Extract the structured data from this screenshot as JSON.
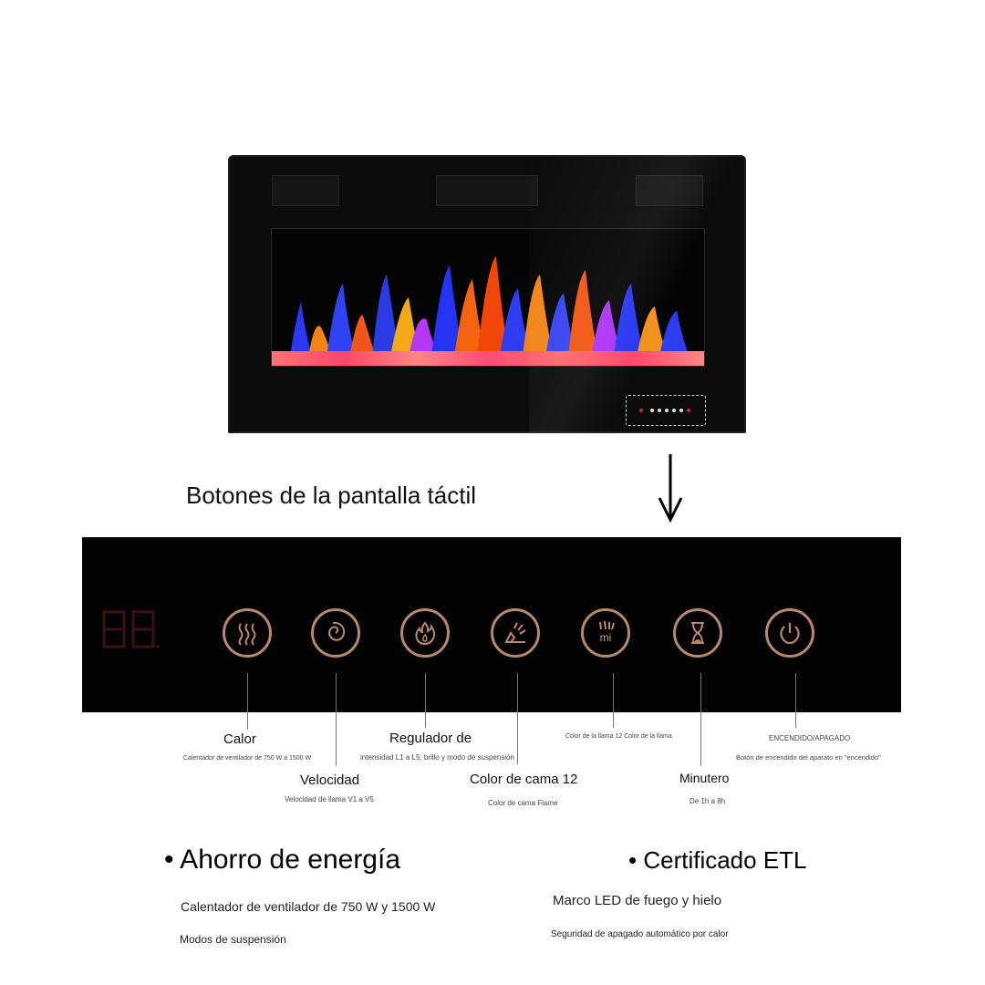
{
  "title": "Botones de la pantalla táctil",
  "display_value": "88",
  "buttons": [
    {
      "name": "heat",
      "icon": "heat-waves-icon",
      "label": "Calor",
      "desc": "Calentador de ventilador de 750 W a 1500 W"
    },
    {
      "name": "speed",
      "icon": "spiral-icon",
      "label": "Velocidad",
      "desc": "Velocidad de llama V1 a V5"
    },
    {
      "name": "dimmer",
      "icon": "flame-icon",
      "label": "Regulador de",
      "desc": "intensidad L1 a L5, brillo y modo de suspensión"
    },
    {
      "name": "bed-color",
      "icon": "ember-bed-icon",
      "label": "Color de cama 12",
      "desc": "Color de cama Flame"
    },
    {
      "name": "flame-color",
      "icon": "flame-color-icon",
      "icon_text": "mi",
      "label": "",
      "desc": "Color de la llama 12 Color de la llama"
    },
    {
      "name": "timer",
      "icon": "hourglass-icon",
      "label": "Minutero",
      "desc": "De 1h a 8h"
    },
    {
      "name": "power",
      "icon": "power-icon",
      "label": "ENCENDIDO/APAGADO",
      "desc": "Botón de encendido del aparato en \"encendido\""
    }
  ],
  "features": {
    "left_heading": "• Ahorro de energía",
    "left_items": [
      "Calentador de ventilador de 750 W y 1500 W",
      "Modos de suspensión"
    ],
    "right_heading": "• Certificado ETL",
    "right_items": [
      "Marco LED de fuego y hielo",
      "Seguridad de apagado automático por calor"
    ]
  },
  "colors": {
    "button_ring": "#b7896a",
    "panel": "#030303",
    "display": "#3a1010"
  }
}
